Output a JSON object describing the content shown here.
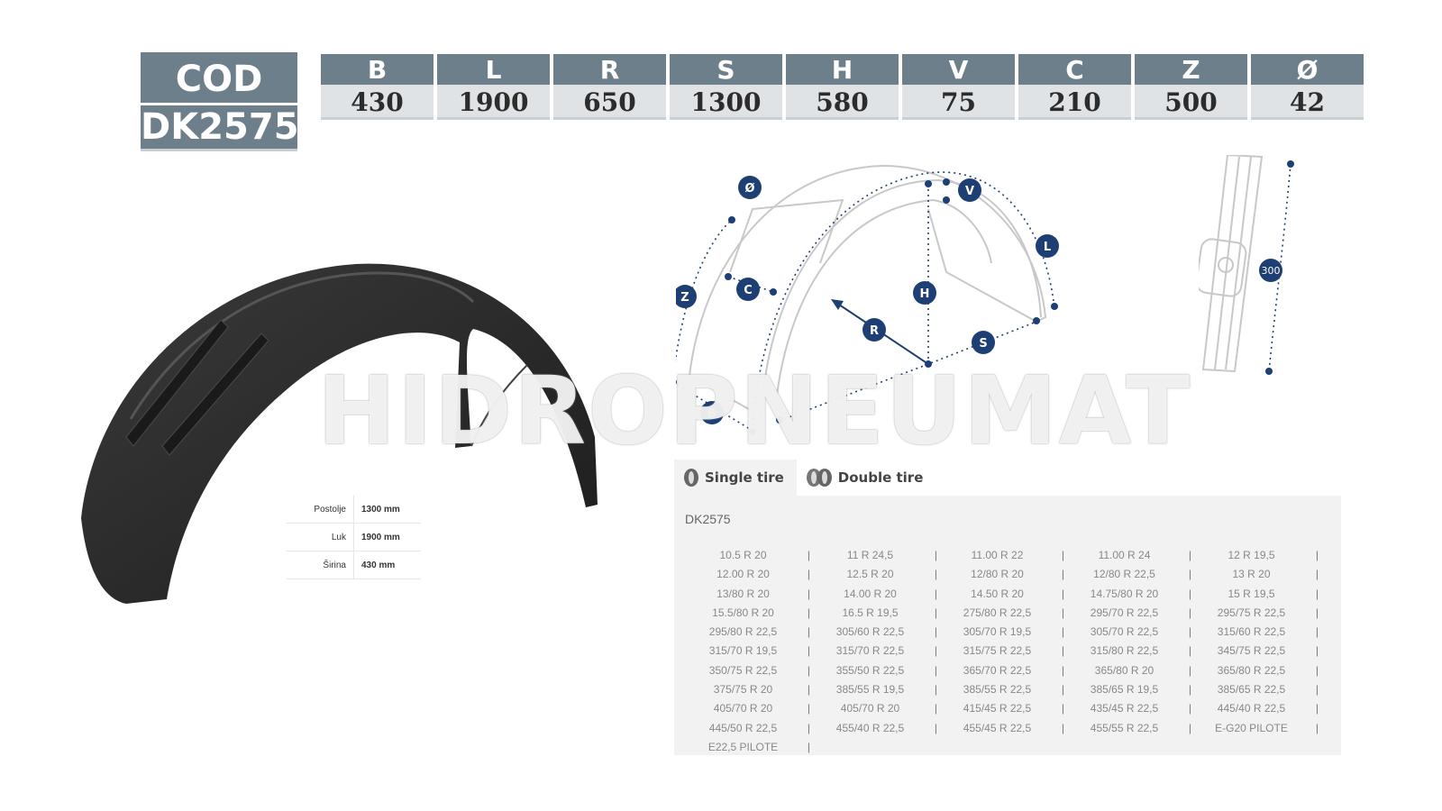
{
  "cod": {
    "label": "COD",
    "code": "DK2575"
  },
  "dimensions": [
    {
      "letter": "B",
      "value": "430"
    },
    {
      "letter": "L",
      "value": "1900"
    },
    {
      "letter": "R",
      "value": "650"
    },
    {
      "letter": "S",
      "value": "1300"
    },
    {
      "letter": "H",
      "value": "580"
    },
    {
      "letter": "V",
      "value": "75"
    },
    {
      "letter": "C",
      "value": "210"
    },
    {
      "letter": "Z",
      "value": "500"
    },
    {
      "letter": "Ø",
      "value": "42"
    }
  ],
  "specs": [
    {
      "label": "Postolje",
      "value": "1300 mm"
    },
    {
      "label": "Luk",
      "value": "1900 mm"
    },
    {
      "label": "Širina",
      "value": "430 mm"
    }
  ],
  "watermark": "HIDROPNEUMAT",
  "diagram_labels": {
    "o": "Ø",
    "v": "V",
    "l": "L",
    "z": "Z",
    "c": "C",
    "h": "H",
    "r": "R",
    "s": "S",
    "b": "B",
    "w": "300"
  },
  "tabs": {
    "single": "Single tire",
    "double": "Double tire"
  },
  "panel_code": "DK2575",
  "tire_sizes": [
    "10.5 R 20",
    "11 R 24,5",
    "11.00 R 22",
    "11.00 R 24",
    "12 R 19,5",
    "12.00 R 20",
    "12.5 R 20",
    "12/80 R 20",
    "12/80 R 22,5",
    "13 R 20",
    "13/80 R 20",
    "14.00 R 20",
    "14.50 R 20",
    "14.75/80 R 20",
    "15 R 19,5",
    "15.5/80 R 20",
    "16.5 R 19,5",
    "275/80 R 22,5",
    "295/70 R 22,5",
    "295/75 R 22,5",
    "295/80 R 22,5",
    "305/60 R 22,5",
    "305/70 R 19,5",
    "305/70 R 22,5",
    "315/60 R 22,5",
    "315/70 R 19,5",
    "315/70 R 22,5",
    "315/75 R 22,5",
    "315/80 R 22,5",
    "345/75 R 22,5",
    "350/75 R 22,5",
    "355/50 R 22,5",
    "365/70 R 22,5",
    "365/80 R 20",
    "365/80 R 22,5",
    "375/75 R 20",
    "385/55 R 19,5",
    "385/55 R 22,5",
    "385/65 R 19,5",
    "385/65 R 22,5",
    "405/70 R 20",
    "405/70 R 20",
    "415/45 R 22,5",
    "435/45 R 22,5",
    "445/40 R 22,5",
    "445/50 R 22,5",
    "455/40 R 22,5",
    "455/45 R 22,5",
    "455/55 R 22,5",
    "E-G20 PILOTE",
    "E22,5 PILOTE"
  ]
}
